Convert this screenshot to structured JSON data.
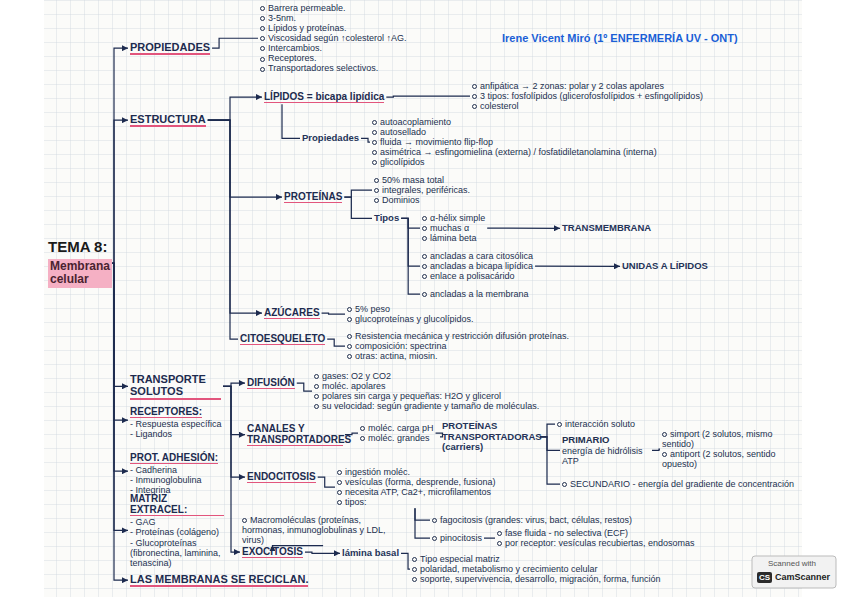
{
  "diagram": {
    "nodes": [
      {
        "text": [
          "TEMA 8:",
          "Membrana celular"
        ]
      },
      {
        "text": [
          "PROPIEDADES"
        ]
      },
      {
        "text": [
          "Barrera permeable.",
          "3-5nm.",
          "Lípidos y proteínas.",
          "Viscosidad según ↑colesterol ↑AG.",
          "Intercambios.",
          "Receptores.",
          "Transportadores selectivos."
        ]
      },
      {
        "text": [
          "ESTRUCTURA"
        ]
      },
      {
        "text": [
          "LÍPIDOS = bicapa lipídica"
        ]
      },
      {
        "text": [
          "anfipática → 2 zonas: polar y 2 colas apolares",
          "3 tipos: fosfolípidos (glicerofosfolípidos + esfingolípidos)",
          "colesterol"
        ]
      },
      {
        "text": [
          "Propiedades"
        ]
      },
      {
        "text": [
          "autoacoplamiento",
          "autosellado",
          "fluida → movimiento flip-flop",
          "asimétrica → esfingomielina (externa) / fosfatidiletanolamina (interna)",
          "glicolípidos"
        ]
      },
      {
        "text": [
          "PROTEÍNAS"
        ]
      },
      {
        "text": [
          "50% masa total",
          "integrales, periféricas.",
          "Dominios"
        ]
      },
      {
        "text": [
          "Tipos"
        ]
      },
      {
        "text": [
          "α-hélix simple",
          "muchas α",
          "lámina beta"
        ]
      },
      {
        "text": [
          "TRANSMEMBRANA"
        ]
      },
      {
        "text": [
          "ancladas a cara citosólica",
          "ancladas a bicapa lipídica",
          "enlace a polisacárido"
        ]
      },
      {
        "text": [
          "UNIDAS A LÍPIDOS"
        ]
      },
      {
        "text": [
          "ancladas a la membrana"
        ]
      },
      {
        "text": [
          "AZÚCARES"
        ]
      },
      {
        "text": [
          "5% peso",
          "glucoproteínas y glucolípidos."
        ]
      },
      {
        "text": [
          "CITOESQUELETO"
        ]
      },
      {
        "text": [
          "Resistencia mecánica y restricción difusión proteínas.",
          "composición: spectrina",
          "otras: actina, miosin."
        ]
      },
      {
        "text": [
          "TRANSPORTE SOLUTOS"
        ]
      },
      {
        "text": [
          "DIFUSIÓN"
        ]
      },
      {
        "text": [
          "gases: O2 y CO2",
          "moléc. apolares",
          "polares sin carga y pequeñas: H2O y glicerol",
          "su velocidad: según gradiente y tamaño de moléculas."
        ]
      },
      {
        "text": [
          "CANALES Y TRANSPORTADORES"
        ]
      },
      {
        "text": [
          "moléc. carga pH",
          "moléc. grandes"
        ]
      },
      {
        "text": [
          "PROTEÍNAS TRANSPORTADORAS (carriers)"
        ]
      },
      {
        "text": [
          "interacción soluto"
        ]
      },
      {
        "text": [
          "PRIMARIO",
          "energía de hidrólisis ATP"
        ]
      },
      {
        "text": [
          "simport (2 solutos, mismo sentido)",
          "antiport (2 solutos, sentido opuesto)"
        ]
      },
      {
        "text": [
          "SECUNDARIO - energía del gradiente de concentración"
        ]
      },
      {
        "text": [
          "ENDOCITOSIS"
        ]
      },
      {
        "text": [
          "ingestión moléc.",
          "vesículas (forma, desprende, fusiona)",
          "necesita ATP, Ca2+, microfilamentos",
          "tipos:"
        ]
      },
      {
        "text": [
          "fagocitosis (grandes: virus, bact, células, restos)"
        ]
      },
      {
        "text": [
          "pinocitosis"
        ]
      },
      {
        "text": [
          "fase fluida - no selectiva (ECF)",
          "por receptor: vesículas recubiertas, endosomas"
        ]
      },
      {
        "text": [
          "Macromoléculas (proteínas, hormonas, inmunoglobulinas y LDL, virus)"
        ]
      },
      {
        "text": [
          "EXOCITOSIS"
        ]
      },
      {
        "text": [
          "RECEPTORES:",
          "- Respuesta específica",
          "- Ligandos"
        ]
      },
      {
        "text": [
          "PROT. ADHESIÓN:",
          "- Cadherina",
          "- Inmunoglobulina",
          "- Integrina"
        ]
      },
      {
        "text": [
          "MATRIZ EXTRACEL:",
          "- GAG",
          "- Proteínas (colágeno)",
          "- Glucoproteínas (fibronectina, laminina, tenascina)"
        ]
      },
      {
        "text": [
          "lámina basal"
        ]
      },
      {
        "text": [
          "Tipo especial matriz",
          "polaridad, metabolismo y crecimiento celular",
          "soporte, supervivencia, desarrollo, migración, forma, función"
        ]
      },
      {
        "text": [
          "LAS MEMBRANAS SE RECICLAN."
        ]
      }
    ],
    "edges": [
      {
        "from": 0,
        "to": 1,
        "arrow": "to"
      },
      {
        "from": 0,
        "to": 3,
        "arrow": "to"
      },
      {
        "from": 0,
        "to": 20,
        "arrow": "to"
      },
      {
        "from": 0,
        "to": 37,
        "arrow": "to"
      },
      {
        "from": 0,
        "to": 38,
        "arrow": "to"
      },
      {
        "from": 0,
        "to": 39,
        "arrow": "to"
      },
      {
        "from": 0,
        "to": 42,
        "arrow": "to"
      },
      {
        "from": 1,
        "to": 2,
        "arrow": "none"
      },
      {
        "from": 3,
        "to": 4,
        "arrow": "to"
      },
      {
        "from": 3,
        "to": 8,
        "arrow": "to"
      },
      {
        "from": 3,
        "to": 16,
        "arrow": "to"
      },
      {
        "from": 3,
        "to": 18,
        "arrow": "none"
      },
      {
        "from": 4,
        "to": 5,
        "arrow": "none"
      },
      {
        "from": 4,
        "to": 6,
        "arrow": "none"
      },
      {
        "from": 6,
        "to": 7,
        "arrow": "none"
      },
      {
        "from": 8,
        "to": 9,
        "arrow": "none"
      },
      {
        "from": 8,
        "to": 10,
        "arrow": "none"
      },
      {
        "from": 10,
        "to": 11,
        "arrow": "none"
      },
      {
        "from": 10,
        "to": 13,
        "arrow": "none"
      },
      {
        "from": 10,
        "to": 15,
        "arrow": "none"
      },
      {
        "from": 11,
        "to": 12,
        "arrow": "to"
      },
      {
        "from": 13,
        "to": 14,
        "arrow": "to"
      },
      {
        "from": 16,
        "to": 17,
        "arrow": "none"
      },
      {
        "from": 18,
        "to": 19,
        "arrow": "none"
      },
      {
        "from": 20,
        "to": 21,
        "arrow": "to"
      },
      {
        "from": 20,
        "to": 23,
        "arrow": "to"
      },
      {
        "from": 20,
        "to": 30,
        "arrow": "to"
      },
      {
        "from": 20,
        "to": 36,
        "arrow": "to"
      },
      {
        "from": 21,
        "to": 22,
        "arrow": "none"
      },
      {
        "from": 23,
        "to": 24,
        "arrow": "none"
      },
      {
        "from": 24,
        "to": 25,
        "arrow": "none"
      },
      {
        "from": 25,
        "to": 26,
        "arrow": "none"
      },
      {
        "from": 25,
        "to": 27,
        "arrow": "none"
      },
      {
        "from": 25,
        "to": 29,
        "arrow": "none"
      },
      {
        "from": 27,
        "to": 28,
        "arrow": "none"
      },
      {
        "from": 30,
        "to": 31,
        "arrow": "none"
      },
      {
        "from": 31,
        "to": 32,
        "arrow": "none"
      },
      {
        "from": 31,
        "to": 33,
        "arrow": "none"
      },
      {
        "from": 33,
        "to": 34,
        "arrow": "none"
      },
      {
        "from": 35,
        "to": 36,
        "arrow": "to"
      },
      {
        "from": 36,
        "to": 40,
        "arrow": "to"
      },
      {
        "from": 40,
        "to": 41,
        "arrow": "none"
      }
    ],
    "labels": [
      "Irene Vicent Miró (1º ENFERMERÍA UV - ONT)",
      "Scanned with",
      "CS",
      "CamScanner"
    ]
  }
}
